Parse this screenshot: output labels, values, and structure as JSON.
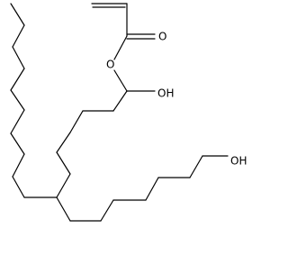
{
  "molecule": {
    "atoms": [
      {
        "id": "o_carbonyl",
        "label": "O"
      },
      {
        "id": "o_ester",
        "label": "O"
      },
      {
        "id": "oh_hemiacetal",
        "label": "OH"
      },
      {
        "id": "oh_terminal",
        "label": "OH"
      }
    ],
    "bond_line_color": "#000000",
    "background_color": "#ffffff"
  }
}
